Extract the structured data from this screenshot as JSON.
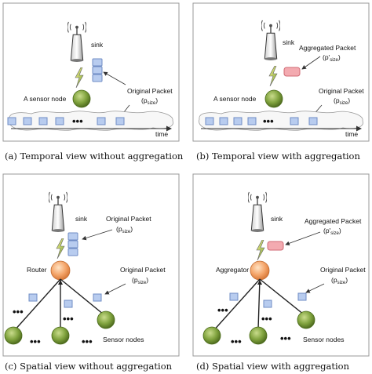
{
  "panels": {
    "a": {
      "sink": "sink",
      "sensor_node": "A sensor node",
      "original_packet": "Original Packet",
      "psize": "(p",
      "psize_sub": "size",
      "psize_close": ")",
      "time": "time",
      "dots": "•••",
      "caption": "(a)  Temporal view without aggregation"
    },
    "b": {
      "sink": "sink",
      "aggregated_packet": "Aggregated Packet",
      "pprime": "(p'",
      "pprime_sub": "size",
      "pprime_close": ")",
      "sensor_node": "A sensor node",
      "original_packet": "Original Packet",
      "psize": "(p",
      "psize_sub": "size",
      "psize_close": ")",
      "time": "time",
      "dots": "•••",
      "caption": "(b)  Temporal view with aggregation"
    },
    "c": {
      "sink": "sink",
      "original_packet_top": "Original Packet",
      "psize_top": "(p",
      "psize_top_sub": "size",
      "psize_top_close": ")",
      "router": "Router",
      "original_packet": "Original Packet",
      "psize": "(p",
      "psize_sub": "size",
      "psize_close": ")",
      "sensor_nodes": "Sensor nodes",
      "dots": "•••",
      "caption": "(c)  Spatial view without aggregation"
    },
    "d": {
      "sink": "sink",
      "aggregated_packet": "Aggregated Packet",
      "pprime": "(p'",
      "pprime_sub": "size",
      "pprime_close": ")",
      "aggregator": "Aggregator",
      "original_packet": "Original Packet",
      "psize": "(p",
      "psize_sub": "size",
      "psize_close": ")",
      "sensor_nodes": "Sensor nodes",
      "dots": "•••",
      "caption": "(d)  Spatial view with aggregation"
    }
  },
  "colors": {
    "node_green": "#7a9a3c",
    "router_orange": "#f0a070",
    "packet_blue": "#b8ccef",
    "aggregated_pink": "#f3aab0"
  }
}
